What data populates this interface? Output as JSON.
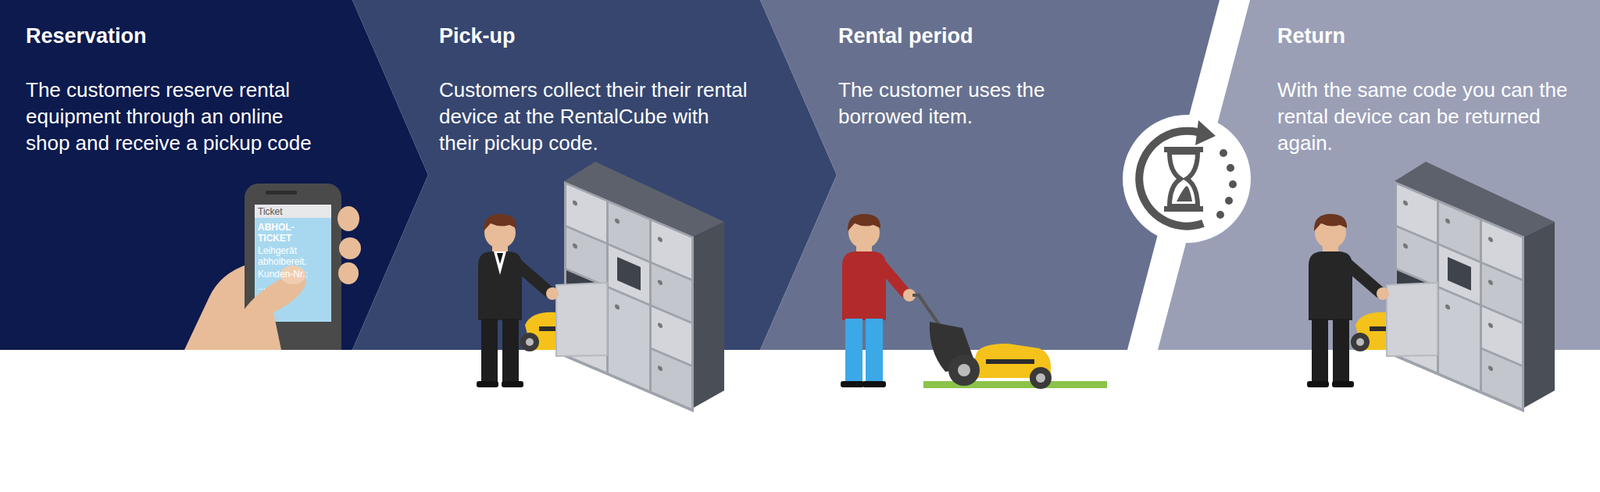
{
  "diagram": {
    "nodes": [
      {
        "text": [
          "Reservation",
          "The customers reserve rental equipment through an online shop and receive a pickup code"
        ]
      },
      {
        "text": [
          "Pick-up",
          "Customers collect their their rental device at the RentalCube with their pickup code."
        ]
      },
      {
        "text": [
          "Rental period",
          "The customer uses the borrowed item."
        ]
      },
      {
        "text": [
          "Return",
          "With the same code you can the rental device can be returned again."
        ]
      }
    ],
    "labels": [
      "Ticket",
      "ABHOL- TICKET",
      "Leihgerät abholbereit.",
      "Kunden-Nr.:",
      "..."
    ]
  }
}
